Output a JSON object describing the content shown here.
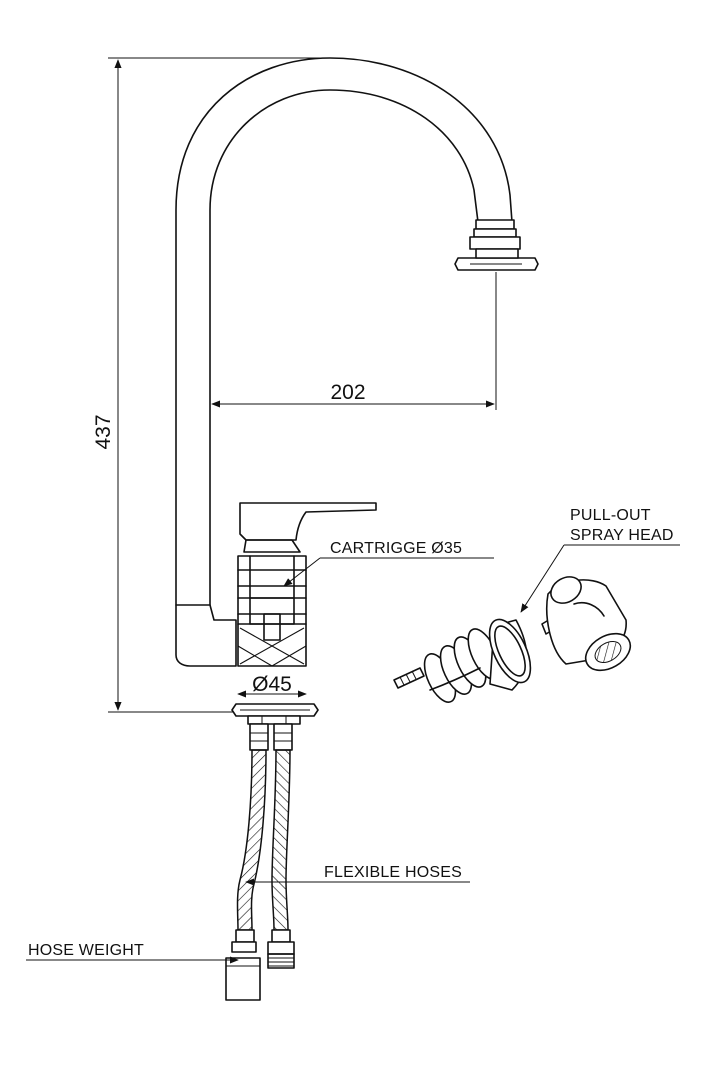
{
  "dimensions": {
    "height": "437",
    "reach": "202",
    "base_diameter": "Ø45"
  },
  "labels": {
    "cartridge": "CARTRIGGE Ø35",
    "pull_out_line1": "PULL-OUT",
    "pull_out_line2": "SPRAY HEAD",
    "flexible_hoses": "FLEXIBLE HOSES",
    "hose_weight": "HOSE WEIGHT"
  },
  "colors": {
    "line": "#111111",
    "background": "#ffffff"
  }
}
